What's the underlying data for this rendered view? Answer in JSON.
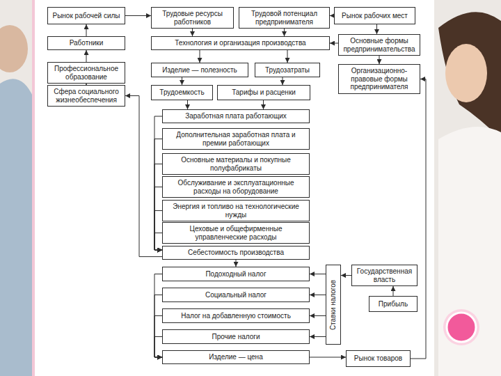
{
  "diagram": {
    "nodes": [
      {
        "text": [
          "Рынок рабочей силы"
        ]
      },
      {
        "text": [
          "Трудовые ресурсы работников"
        ]
      },
      {
        "text": [
          "Трудовой потенциал предпринимателя"
        ]
      },
      {
        "text": [
          "Рынок рабочих мест"
        ]
      },
      {
        "text": [
          "Работники"
        ]
      },
      {
        "text": [
          "Технология и организация производства"
        ]
      },
      {
        "text": [
          "Основные формы предпринимательства"
        ]
      },
      {
        "text": [
          "Профессиональное образование"
        ]
      },
      {
        "text": [
          "Изделие — полезность"
        ]
      },
      {
        "text": [
          "Трудозатраты"
        ]
      },
      {
        "text": [
          "Организационно-правовые формы предпринимателя"
        ]
      },
      {
        "text": [
          "Сфера социального жизнеобеспечения"
        ]
      },
      {
        "text": [
          "Трудоемкость"
        ]
      },
      {
        "text": [
          "Тарифы и расценки"
        ]
      },
      {
        "text": [
          "Заработная плата работающих"
        ]
      },
      {
        "text": [
          "Дополнительная заработная плата и премии работающих"
        ]
      },
      {
        "text": [
          "Основные материалы и покупные полуфабрикаты"
        ]
      },
      {
        "text": [
          "Обслуживание и эксплуатационные расходы на оборудование"
        ]
      },
      {
        "text": [
          "Энергия и топливо на технологические нужды"
        ]
      },
      {
        "text": [
          "Цеховые и общефирменные управленческие расходы"
        ]
      },
      {
        "text": [
          "Себестоимость производства"
        ]
      },
      {
        "text": [
          "Подоходный налог"
        ]
      },
      {
        "text": [
          "Социальный налог"
        ]
      },
      {
        "text": [
          "Налог на добавленную стоимость"
        ]
      },
      {
        "text": [
          "Прочие налоги"
        ]
      },
      {
        "text": [
          "Изделие — цена"
        ]
      },
      {
        "text": [
          "Ставки налогов"
        ]
      },
      {
        "text": [
          "Государственная власть"
        ]
      },
      {
        "text": [
          "Прибыль"
        ]
      },
      {
        "text": [
          "Рынок товаров"
        ]
      }
    ],
    "edges": [
      {
        "from": 0,
        "to": 1,
        "arrow": "to"
      },
      {
        "from": 3,
        "to": 2,
        "arrow": "to"
      },
      {
        "from": 1,
        "to": 5,
        "arrow": "to"
      },
      {
        "from": 2,
        "to": 5,
        "arrow": "to"
      },
      {
        "from": 3,
        "to": 6,
        "arrow": "to"
      },
      {
        "from": 6,
        "to": 5,
        "arrow": "to"
      },
      {
        "from": 6,
        "to": 10,
        "arrow": "to"
      },
      {
        "from": 4,
        "to": 0,
        "arrow": "to"
      },
      {
        "from": 7,
        "to": 4,
        "arrow": "to"
      },
      {
        "from": 11,
        "to": 7,
        "arrow": "to"
      },
      {
        "from": 5,
        "to": 8,
        "arrow": "to"
      },
      {
        "from": 5,
        "to": 9,
        "arrow": "to"
      },
      {
        "from": 8,
        "to": 12,
        "arrow": "to"
      },
      {
        "from": 9,
        "to": 13,
        "arrow": "to"
      },
      {
        "from": 12,
        "to": 14,
        "arrow": "to"
      },
      {
        "from": 13,
        "to": 14,
        "arrow": "to"
      },
      {
        "from": 14,
        "to": 20,
        "arrow": "to"
      },
      {
        "from": 15,
        "to": 20,
        "arrow": "to"
      },
      {
        "from": 16,
        "to": 20,
        "arrow": "to"
      },
      {
        "from": 17,
        "to": 20,
        "arrow": "to"
      },
      {
        "from": 18,
        "to": 20,
        "arrow": "to"
      },
      {
        "from": 19,
        "to": 20,
        "arrow": "to"
      },
      {
        "from": 20,
        "to": 21,
        "arrow": "to"
      },
      {
        "from": 21,
        "to": 25,
        "arrow": "to"
      },
      {
        "from": 22,
        "to": 25,
        "arrow": "to"
      },
      {
        "from": 23,
        "to": 25,
        "arrow": "to"
      },
      {
        "from": 24,
        "to": 25,
        "arrow": "to"
      },
      {
        "from": 26,
        "to": 21,
        "arrow": "to"
      },
      {
        "from": 26,
        "to": 22,
        "arrow": "to"
      },
      {
        "from": 26,
        "to": 23,
        "arrow": "to"
      },
      {
        "from": 26,
        "to": 24,
        "arrow": "to"
      },
      {
        "from": 27,
        "to": 26,
        "arrow": "to"
      },
      {
        "from": 28,
        "to": 27,
        "arrow": "to"
      },
      {
        "from": 25,
        "to": 29,
        "arrow": "to"
      },
      {
        "from": 29,
        "to": 10,
        "arrow": "to"
      },
      {
        "from": 20,
        "to": 11,
        "arrow": "to"
      }
    ]
  }
}
